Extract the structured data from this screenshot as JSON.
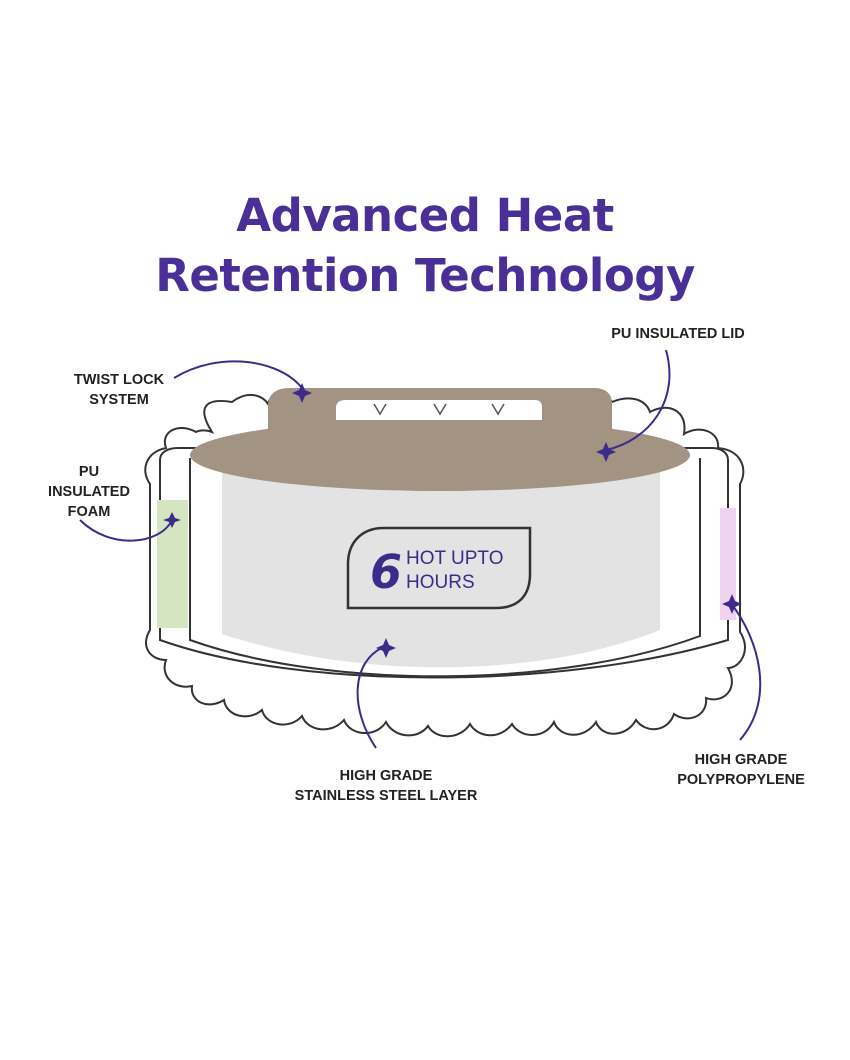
{
  "title": {
    "line1": "Advanced Heat",
    "line2": "Retention Technology"
  },
  "labels": {
    "twist_lock": [
      "TWIST LOCK",
      "SYSTEM"
    ],
    "pu_lid": "PU INSULATED LID",
    "pu_foam": [
      "PU",
      "INSULATED",
      "FOAM"
    ],
    "steel_layer": [
      "HIGH GRADE",
      "STAINLESS STEEL LAYER"
    ],
    "polypropylene": [
      "HIGH GRADE",
      "POLYPROPYLENE"
    ]
  },
  "badge": {
    "number": "6",
    "line1": "HOT UPTO",
    "line2": "HOURS"
  },
  "colors": {
    "title": "#4a2f97",
    "accent": "#3d2b8c",
    "lid": "#a39383",
    "steel": "#e3e3e3",
    "foam": "#d5e5c2",
    "polypropylene": "#f0d3ef",
    "outline": "#333333"
  }
}
